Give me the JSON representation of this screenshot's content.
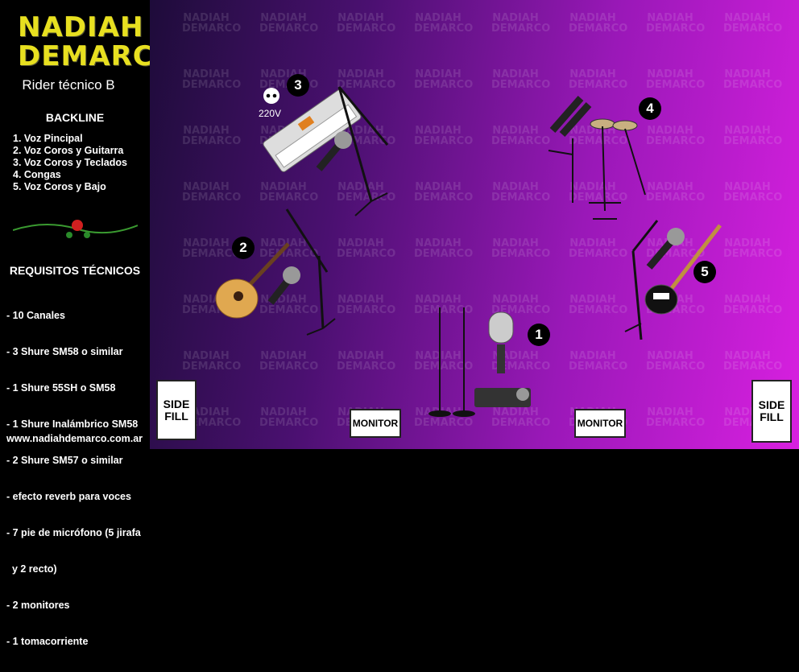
{
  "sidebar": {
    "logo_line1": "NADIAH",
    "logo_line2": "DEMARCO",
    "subtitle": "Rider técnico B",
    "backline_title": "BACKLINE",
    "backline": [
      "1. Voz Pincipal",
      "2. Voz Coros y Guitarra",
      "3. Voz Coros y Teclados",
      "4. Congas",
      "5. Voz Coros y Bajo"
    ],
    "requirements_title": "REQUISITOS TÉCNICOS",
    "requirements": [
      "- 10 Canales",
      "- 3 Shure SM58 o similar",
      "- 1 Shure 55SH o SM58",
      "- 1 Shure Inalámbrico SM58",
      "- 2 Shure SM57 o similar",
      "- efecto reverb para voces",
      "- 7 pie de micrófono (5 jirafa",
      "  y 2 recto)",
      "- 2 monitores",
      "- 1 tomacorriente"
    ],
    "website": "www.nadiahdemarco.com.ar"
  },
  "stage": {
    "watermark": "NADIAH DEMARCO",
    "positions": [
      "1",
      "2",
      "3",
      "4",
      "5"
    ],
    "power_label": "220V",
    "side_fill_left": "SIDE FILL",
    "side_fill_right": "SIDE FILL",
    "monitor_left": "MONITOR",
    "monitor_right": "MONITOR"
  }
}
